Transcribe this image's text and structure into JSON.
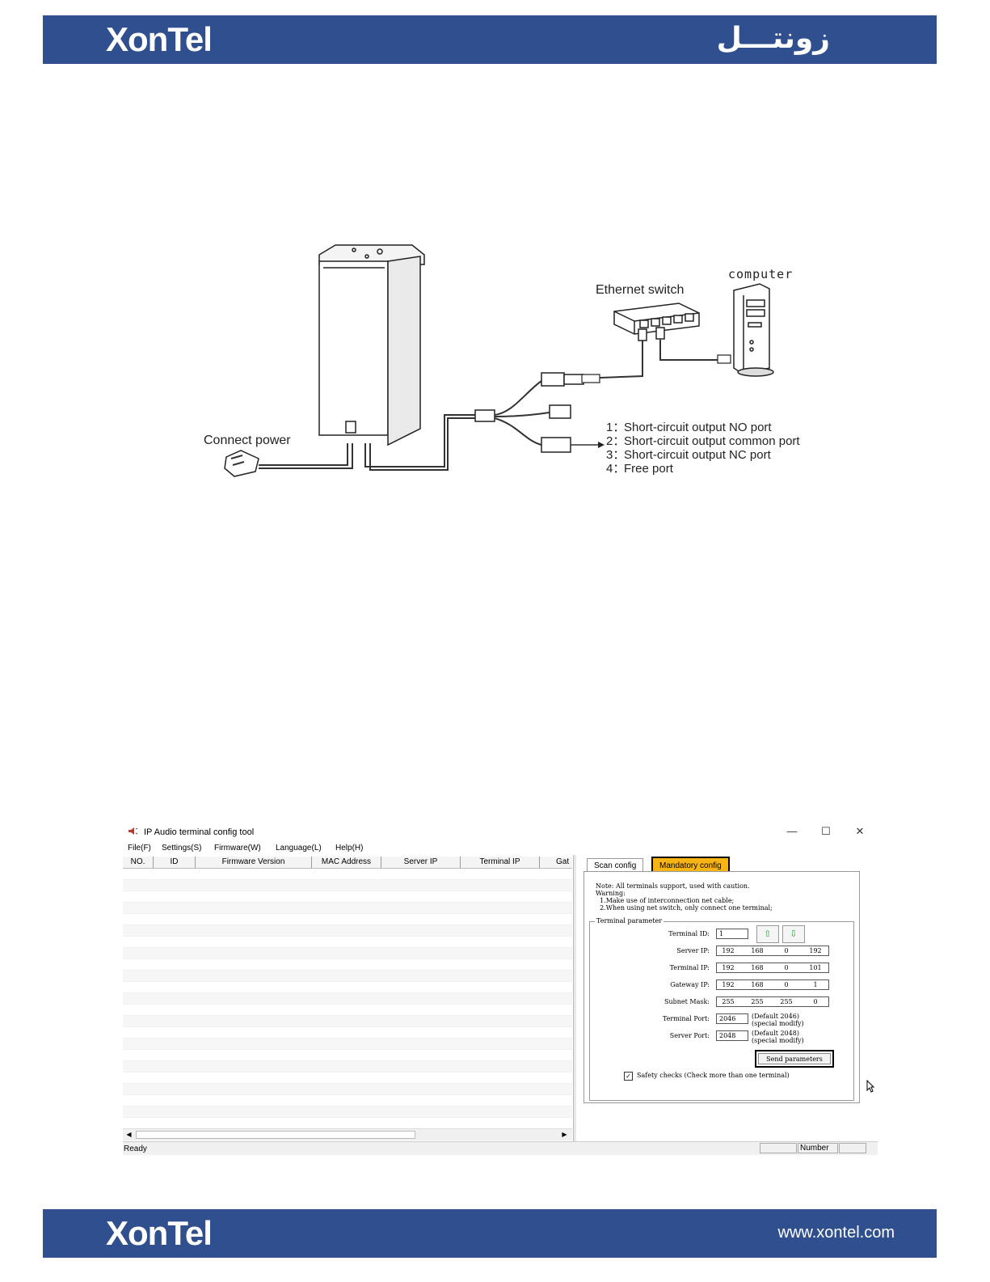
{
  "header": {
    "logo_en": "XonTel",
    "logo_ar": "زونتـــل"
  },
  "footer": {
    "logo_en": "XonTel",
    "website": "www.xontel.com"
  },
  "diagram": {
    "computer_label": "computer",
    "switch_label": "Ethernet switch",
    "power_label": "Connect power",
    "ports": [
      {
        "num": "1：",
        "text": "Short-circuit output NO port"
      },
      {
        "num": "2：",
        "text": "Short-circuit output common port"
      },
      {
        "num": "3：",
        "text": "Short-circuit output NC port"
      },
      {
        "num": "4：",
        "text": "Free port"
      }
    ]
  },
  "app": {
    "title": "IP Audio terminal config tool",
    "window_controls": {
      "minimize": "—",
      "maximize": "☐",
      "close": "✕"
    },
    "menu": [
      "File(F)",
      "Settings(S)",
      "Firmware(W)",
      "Language(L)",
      "Help(H)"
    ],
    "columns": [
      "NO.",
      "ID",
      "Firmware Version",
      "MAC Address",
      "Server IP",
      "Terminal IP",
      "Gat"
    ],
    "tabs": {
      "scan": "Scan config",
      "mandatory": "Mandatory config"
    },
    "note": {
      "line1": "Note: All terminals support, used with caution.",
      "line2": "Warning:",
      "line3": "  1.Make use of interconnection net cable;",
      "line4": "  2.When using net switch, only connect one terminal;"
    },
    "fieldset_title": "Terminal parameter",
    "fields": {
      "terminal_id": {
        "label": "Terminal ID:",
        "value": "1"
      },
      "server_ip": {
        "label": "Server IP:",
        "octets": [
          "192",
          "168",
          "0",
          "192"
        ]
      },
      "terminal_ip": {
        "label": "Terminal IP:",
        "octets": [
          "192",
          "168",
          "0",
          "101"
        ]
      },
      "gateway_ip": {
        "label": "Gateway IP:",
        "octets": [
          "192",
          "168",
          "0",
          "1"
        ]
      },
      "subnet_mask": {
        "label": "Subnet Mask:",
        "octets": [
          "255",
          "255",
          "255",
          "0"
        ]
      },
      "terminal_port": {
        "label": "Terminal Port:",
        "value": "2046",
        "hint": "(Default 2046)\n(special modify)"
      },
      "server_port": {
        "label": "Server Port:",
        "value": "2048",
        "hint": "(Default 2048)\n(special modify)"
      }
    },
    "up_arrow": "⇧",
    "down_arrow": "⇩",
    "send_button": "Send parameters",
    "safety_check": {
      "checked": true,
      "mark": "✓",
      "label": "Safety checks (Check more than one terminal)"
    },
    "scroll_left": "◀",
    "scroll_right": "▶",
    "status": {
      "text": "Ready",
      "indicator": "Number"
    }
  }
}
